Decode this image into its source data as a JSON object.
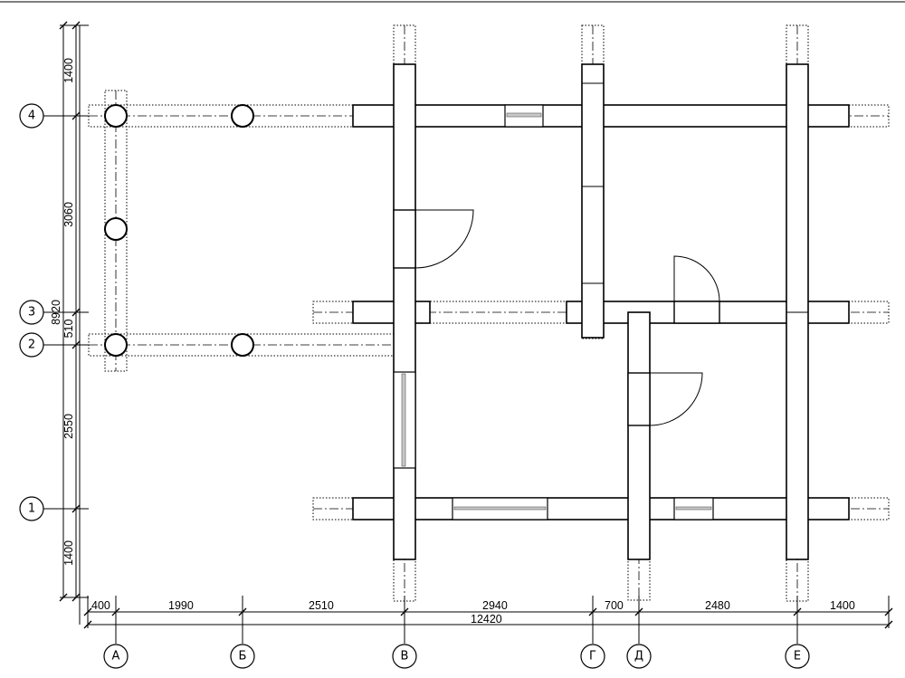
{
  "grid_axes": {
    "columns": [
      {
        "id": "col-a",
        "label": "А"
      },
      {
        "id": "col-b",
        "label": "Б"
      },
      {
        "id": "col-v",
        "label": "В"
      },
      {
        "id": "col-g",
        "label": "Г"
      },
      {
        "id": "col-d",
        "label": "Д"
      },
      {
        "id": "col-e",
        "label": "Е"
      }
    ],
    "rows": [
      {
        "id": "row-1",
        "label": "1"
      },
      {
        "id": "row-2",
        "label": "2"
      },
      {
        "id": "row-3",
        "label": "3"
      },
      {
        "id": "row-4",
        "label": "4"
      }
    ]
  },
  "dimensions": {
    "horizontal": [
      "400",
      "1990",
      "2510",
      "2940",
      "700",
      "2480",
      "1400"
    ],
    "horizontal_total": "12420",
    "vertical": [
      "1400",
      "3060",
      "510",
      "2550",
      "1400"
    ],
    "vertical_total": "8920"
  }
}
